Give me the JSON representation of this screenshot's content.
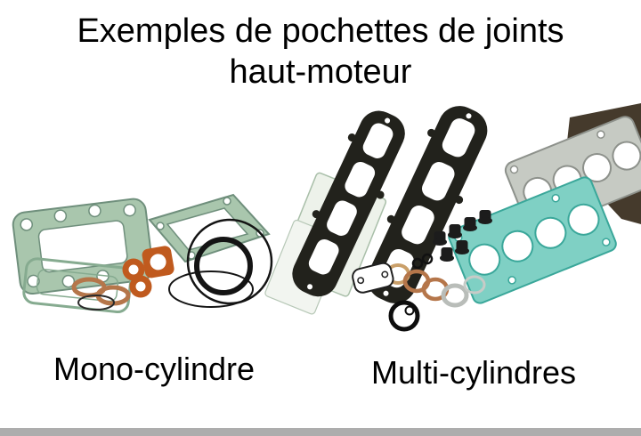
{
  "title": {
    "line1": "Exemples de pochettes de joints",
    "line2": "haut-moteur"
  },
  "figures": {
    "left": {
      "caption": "Mono-cylindre"
    },
    "right": {
      "caption": "Multi-cylindres"
    }
  },
  "palette": {
    "background": "#ffffff",
    "text": "#000000",
    "green_gasket": "#a9c6ad",
    "green_outline": "#6f8f7c",
    "teal_gasket": "#7fd0c4",
    "teal_outline": "#3aa79a",
    "grey_gasket": "#c6cac3",
    "grey_outline": "#8d918b",
    "orange_gasket": "#c05a1e",
    "copper_washer": "#b5764a",
    "dark_part": "#22221c",
    "footer_bar": "#adadad"
  }
}
